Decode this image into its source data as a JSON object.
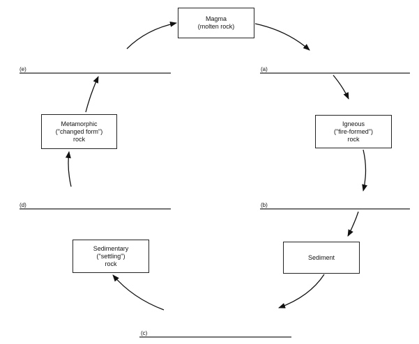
{
  "nodes": {
    "magma": {
      "lines": [
        "Magma",
        "(molten rock)"
      ]
    },
    "igneous": {
      "lines": [
        "Igneous",
        "(\"fire-formed\")",
        "rock"
      ]
    },
    "sediment": {
      "lines": [
        "Sediment"
      ]
    },
    "sedimentary": {
      "lines": [
        "Sedimentary",
        "(\"settling\")",
        "rock"
      ]
    },
    "metamorphic": {
      "lines": [
        "Metamorphic",
        "(\"changed form\")",
        "rock"
      ]
    }
  },
  "blanks": {
    "a": "(a)",
    "b": "(b)",
    "c": "(c)",
    "d": "(d)",
    "e": "(e)"
  }
}
